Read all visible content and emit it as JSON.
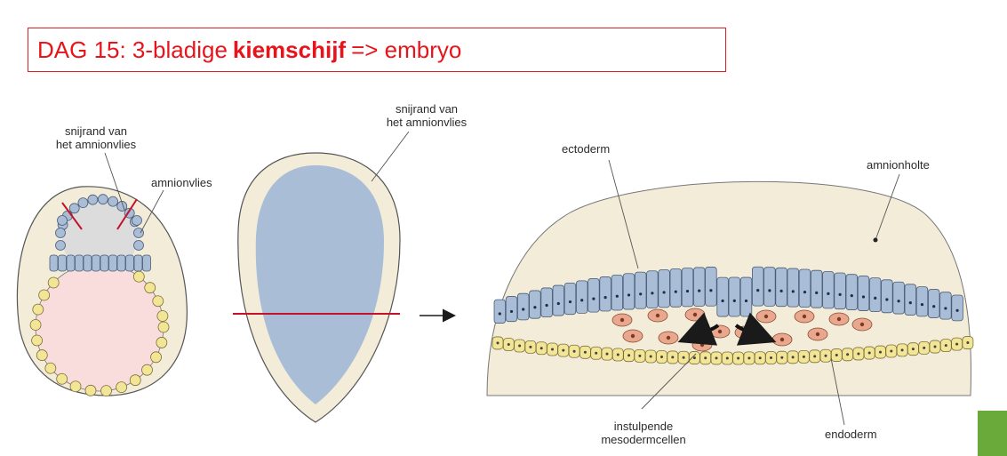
{
  "title": {
    "prefix": "DAG 15: 3-bladige",
    "bold": "kiemschijf",
    "suffix": "=> embryo"
  },
  "labels": {
    "snijrand_1_line1": "snijrand van",
    "snijrand_1_line2": "het amnionvlies",
    "amnionvlies": "amnionvlies",
    "snijrand_2_line1": "snijrand van",
    "snijrand_2_line2": "het amnionvlies",
    "ectoderm": "ectoderm",
    "amnionholte": "amnionholte",
    "instulpende_line1": "instulpende",
    "instulpende_line2": "mesodermcellen",
    "endoderm": "endoderm"
  },
  "colors": {
    "title_red": "#e8141b",
    "cut_line": "#c4122a",
    "ectoderm_blue": "#a9bdd6",
    "endoderm_yellow": "#f3e596",
    "mesoderm_salmon": "#e9a88e",
    "yolk_pink": "#f9dcdc",
    "embryo_beige": "#f2ecd8",
    "accent_green": "#6aaa3a"
  }
}
